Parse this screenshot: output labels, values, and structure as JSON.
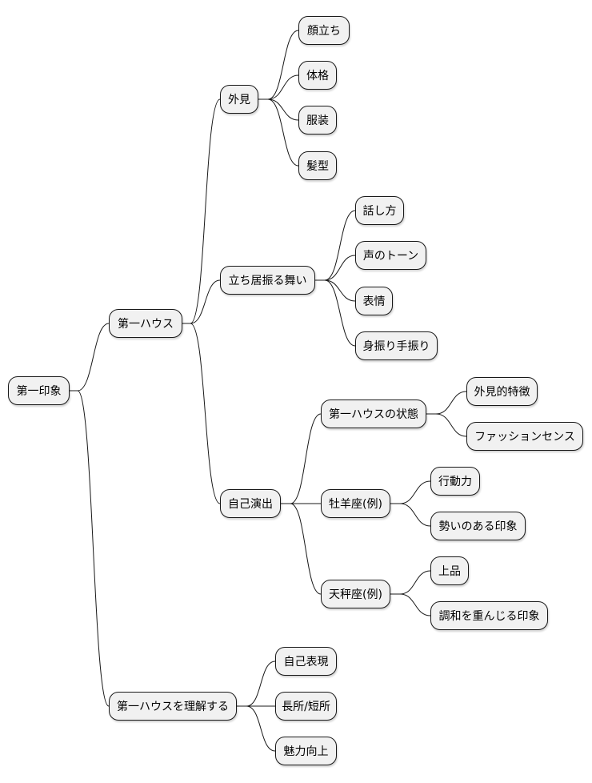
{
  "diagram": {
    "type": "mindmap",
    "root": {
      "label": "第一印象",
      "children": [
        {
          "label": "第一ハウス",
          "children": [
            {
              "label": "外見",
              "children": [
                {
                  "label": "顔立ち"
                },
                {
                  "label": "体格"
                },
                {
                  "label": "服装"
                },
                {
                  "label": "髪型"
                }
              ]
            },
            {
              "label": "立ち居振る舞い",
              "children": [
                {
                  "label": "話し方"
                },
                {
                  "label": "声のトーン"
                },
                {
                  "label": "表情"
                },
                {
                  "label": "身振り手振り"
                }
              ]
            },
            {
              "label": "自己演出",
              "children": [
                {
                  "label": "第一ハウスの状態",
                  "children": [
                    {
                      "label": "外見的特徴"
                    },
                    {
                      "label": "ファッションセンス"
                    }
                  ]
                },
                {
                  "label": "牡羊座(例)",
                  "children": [
                    {
                      "label": "行動力"
                    },
                    {
                      "label": "勢いのある印象"
                    }
                  ]
                },
                {
                  "label": "天秤座(例)",
                  "children": [
                    {
                      "label": "上品"
                    },
                    {
                      "label": "調和を重んじる印象"
                    }
                  ]
                }
              ]
            }
          ]
        },
        {
          "label": "第一ハウスを理解する",
          "children": [
            {
              "label": "自己表現"
            },
            {
              "label": "長所/短所"
            },
            {
              "label": "魅力向上"
            }
          ]
        }
      ]
    }
  },
  "nodes": {
    "root": "第一印象",
    "house1": "第一ハウス",
    "understand": "第一ハウスを理解する",
    "appearance": "外見",
    "manner": "立ち居振る舞い",
    "self_presentation": "自己演出",
    "face": "顔立ち",
    "physique": "体格",
    "clothing": "服装",
    "hairstyle": "髪型",
    "speaking": "話し方",
    "voice_tone": "声のトーン",
    "expression": "表情",
    "gestures": "身振り手振り",
    "house1_state": "第一ハウスの状態",
    "visual_traits": "外見的特徴",
    "fashion_sense": "ファッションセンス",
    "aries": "牡羊座(例)",
    "action": "行動力",
    "vigorous": "勢いのある印象",
    "libra": "天秤座(例)",
    "elegant": "上品",
    "harmony": "調和を重んじる印象",
    "self_expression": "自己表現",
    "strengths_weaknesses": "長所/短所",
    "charm_up": "魅力向上"
  },
  "colors": {
    "node_fill": "#f1f1f1",
    "node_border": "#181818",
    "link": "#181818",
    "background": "#ffffff"
  }
}
